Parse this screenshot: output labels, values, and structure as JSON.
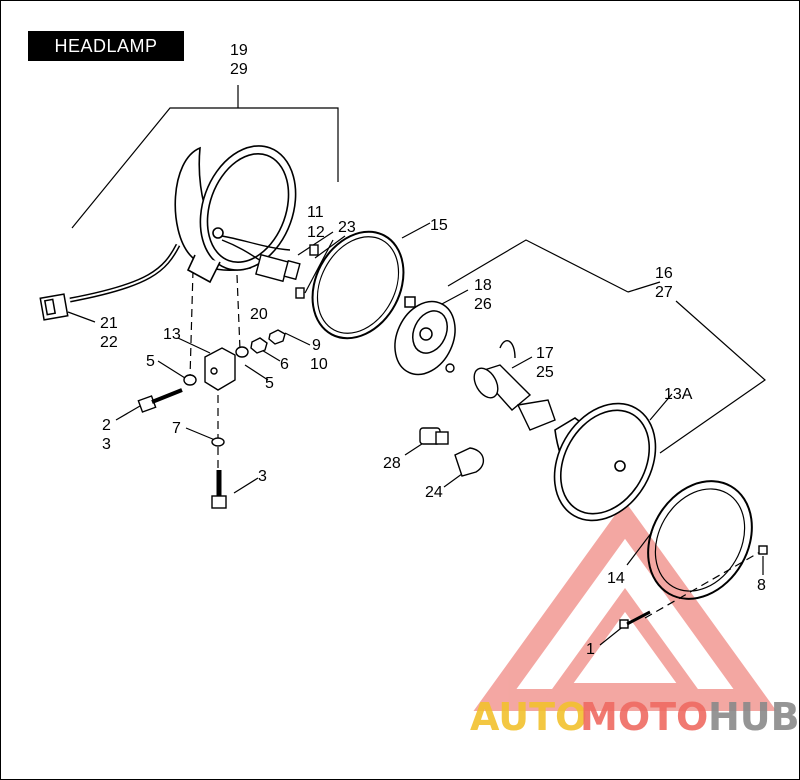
{
  "title": "HEADLAMP",
  "watermark": {
    "part1": "AUTO",
    "part2": "MOTO",
    "part3": "HUB",
    "colors": {
      "auto": "#f2c12e",
      "moto": "#ef6b62",
      "hub": "#8a8a8a",
      "triangle": "#f08a84"
    }
  },
  "labels": {
    "l19": "19",
    "l29": "29",
    "l11": "11",
    "l12": "12",
    "l23": "23",
    "l15": "15",
    "l16": "16",
    "l27": "27",
    "l18": "18",
    "l26": "26",
    "l17": "17",
    "l25": "25",
    "l13A": "13A",
    "l20": "20",
    "l21": "21",
    "l22": "22",
    "l13": "13",
    "l5a": "5",
    "l5b": "5",
    "l9": "9",
    "l10": "10",
    "l6": "6",
    "l2": "2",
    "l3a": "3",
    "l7": "7",
    "l3b": "3",
    "l28": "28",
    "l24": "24",
    "l14": "14",
    "l8": "8",
    "l1": "1"
  }
}
